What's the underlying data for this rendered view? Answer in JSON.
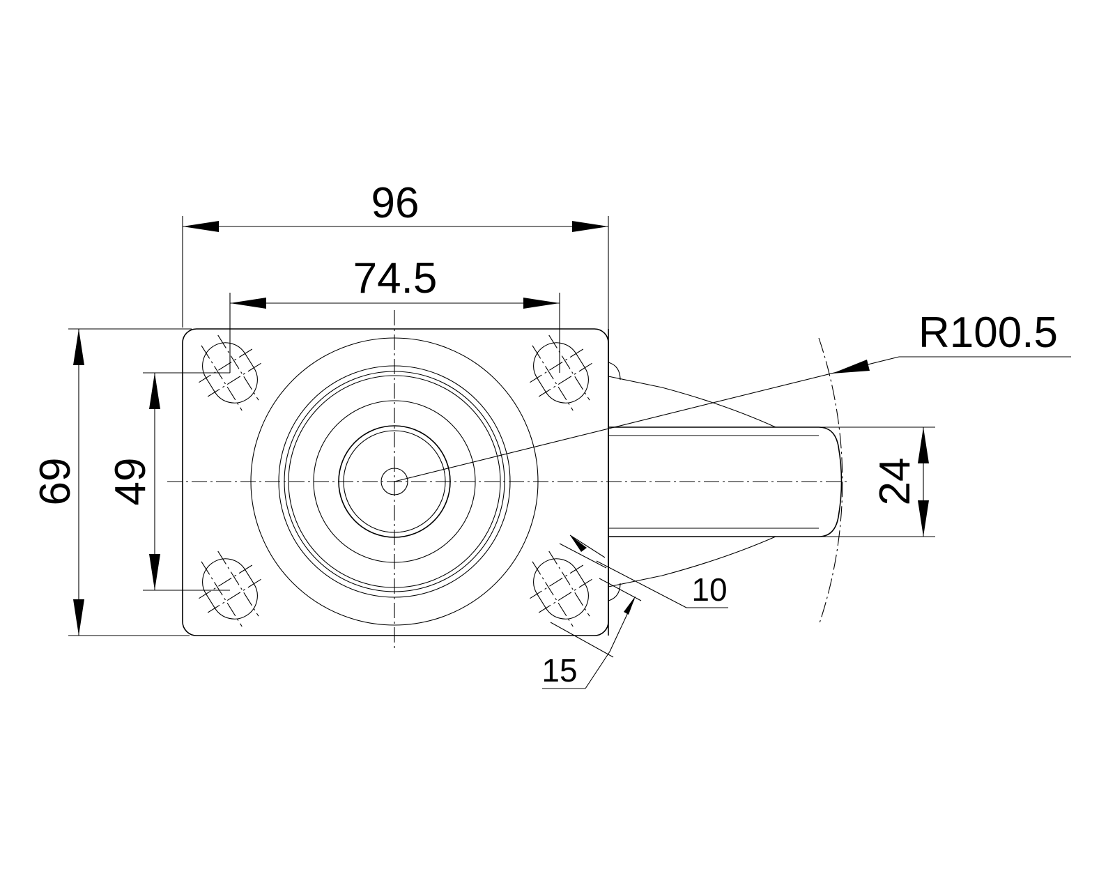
{
  "drawing": {
    "dimensions": {
      "overall_width": "96",
      "hole_spacing_width": "74.5",
      "overall_length": "69",
      "hole_spacing_length": "49",
      "wheel_width": "24",
      "swivel_radius": "R100.5",
      "slot_width": "10",
      "slot_length": "15"
    }
  }
}
